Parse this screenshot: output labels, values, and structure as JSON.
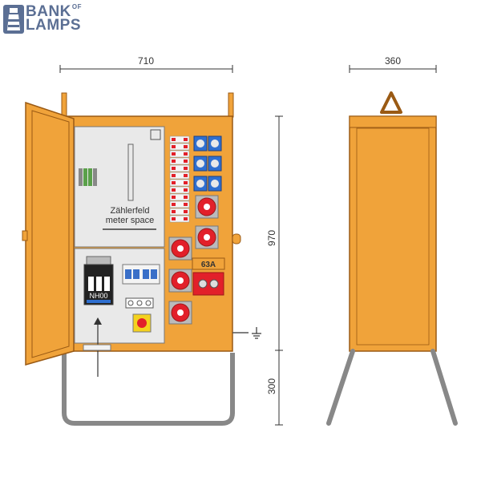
{
  "logo": {
    "word1": "BANK",
    "word_of": "OF",
    "word2": "LAMPS",
    "brand_color": "#5b6f94"
  },
  "dimensions": {
    "front_width": "710",
    "side_width": "360",
    "cabinet_height": "970",
    "leg_height": "300"
  },
  "labels": {
    "meter_title": "Zählerfeld",
    "meter_subtitle": "meter space",
    "fuse_label": "NH00",
    "socket_rating": "63A"
  },
  "colors": {
    "cabinet": "#f0a33a",
    "cabinet_edge": "#9a5a14",
    "panel": "#e9e9e9",
    "socket_red": "#e2202a",
    "socket_blue": "#2f6fd0",
    "frame": "#888888"
  }
}
